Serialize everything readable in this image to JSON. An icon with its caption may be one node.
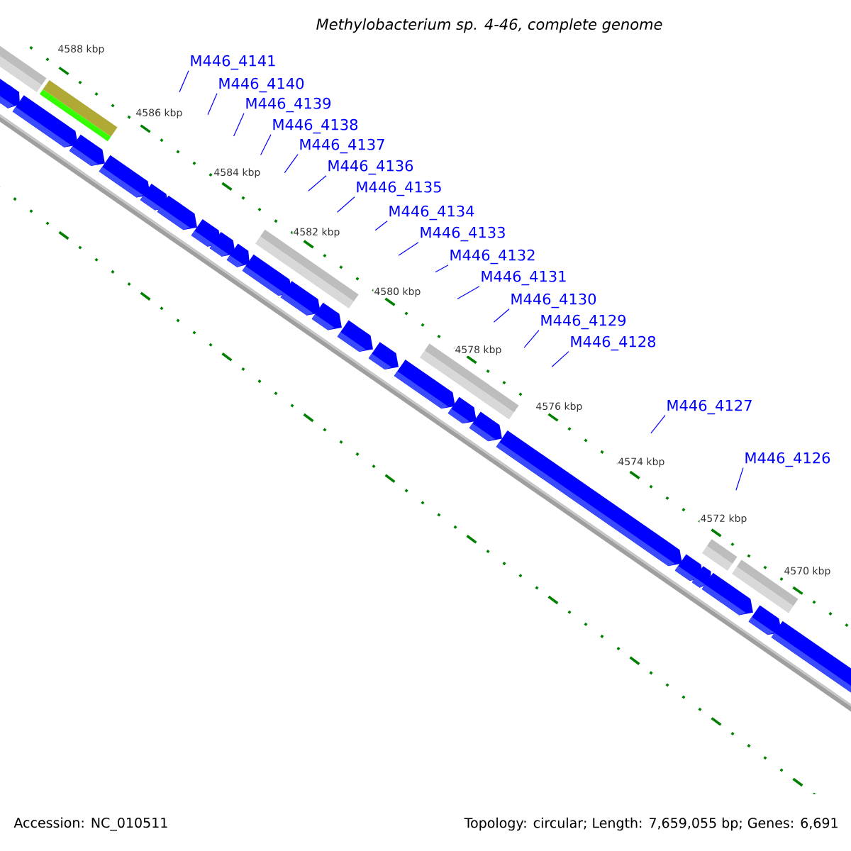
{
  "diagram": {
    "title": "Methylobacterium sp. 4-46, complete genome",
    "nodes": [
      {
        "text": [
          "M446_4141"
        ]
      },
      {
        "text": [
          "M446_4140"
        ]
      },
      {
        "text": [
          "M446_4139"
        ]
      },
      {
        "text": [
          "M446_4138"
        ]
      },
      {
        "text": [
          "M446_4137"
        ]
      },
      {
        "text": [
          "M446_4136"
        ]
      },
      {
        "text": [
          "M446_4135"
        ]
      },
      {
        "text": [
          "M446_4134"
        ]
      },
      {
        "text": [
          "M446_4133"
        ]
      },
      {
        "text": [
          "M446_4132"
        ]
      },
      {
        "text": [
          "M446_4131"
        ]
      },
      {
        "text": [
          "M446_4130"
        ]
      },
      {
        "text": [
          "M446_4129"
        ]
      },
      {
        "text": [
          "M446_4128"
        ]
      },
      {
        "text": [
          "M446_4127"
        ]
      },
      {
        "text": [
          "M446_4126"
        ]
      }
    ],
    "edges": [
      {
        "from": 0,
        "to": null,
        "arrow": "none"
      },
      {
        "from": 1,
        "to": null,
        "arrow": "none"
      },
      {
        "from": 2,
        "to": null,
        "arrow": "none"
      },
      {
        "from": 3,
        "to": null,
        "arrow": "none"
      },
      {
        "from": 4,
        "to": null,
        "arrow": "none"
      },
      {
        "from": 5,
        "to": null,
        "arrow": "none"
      },
      {
        "from": 6,
        "to": null,
        "arrow": "none"
      },
      {
        "from": 7,
        "to": null,
        "arrow": "none"
      },
      {
        "from": 8,
        "to": null,
        "arrow": "none"
      },
      {
        "from": 9,
        "to": null,
        "arrow": "none"
      },
      {
        "from": 10,
        "to": null,
        "arrow": "none"
      },
      {
        "from": 11,
        "to": null,
        "arrow": "none"
      },
      {
        "from": 12,
        "to": null,
        "arrow": "none"
      },
      {
        "from": 13,
        "to": null,
        "arrow": "none"
      },
      {
        "from": 14,
        "to": null,
        "arrow": "none"
      },
      {
        "from": 15,
        "to": null,
        "arrow": "none"
      }
    ],
    "labels": [
      "4588 kbp",
      "4586 kbp",
      "4584 kbp",
      "4582 kbp",
      "4580 kbp",
      "4578 kbp",
      "4576 kbp",
      "4574 kbp",
      "4572 kbp",
      "4570 kbp",
      "Accession: NC_010511",
      "Topology: circular; Length: 7,659,055 bp; Genes: 6,691"
    ]
  }
}
